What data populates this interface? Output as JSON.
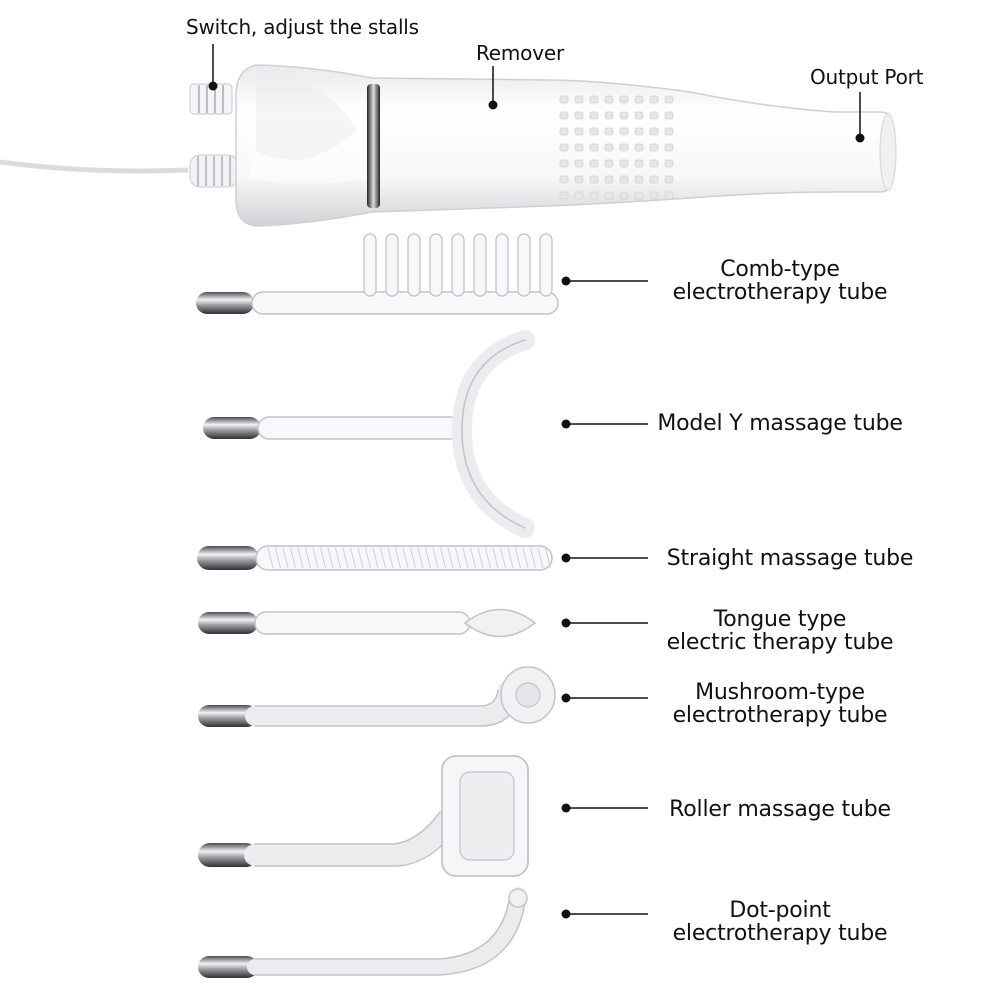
{
  "callouts": {
    "switch": "Switch, adjust the stalls",
    "remover": "Remover",
    "output_port": "Output Port"
  },
  "tubes": [
    {
      "key": "comb",
      "lines": [
        "Comb-type",
        "electrotherapy tube"
      ]
    },
    {
      "key": "y",
      "lines": [
        "Model Y massage tube"
      ]
    },
    {
      "key": "straight",
      "lines": [
        "Straight massage tube"
      ]
    },
    {
      "key": "tongue",
      "lines": [
        "Tongue type",
        "electric therapy tube"
      ]
    },
    {
      "key": "mushroom",
      "lines": [
        "Mushroom-type",
        "electrotherapy tube"
      ]
    },
    {
      "key": "roller",
      "lines": [
        "Roller massage tube"
      ]
    },
    {
      "key": "dot",
      "lines": [
        "Dot-point",
        "electrotherapy tube"
      ]
    }
  ]
}
